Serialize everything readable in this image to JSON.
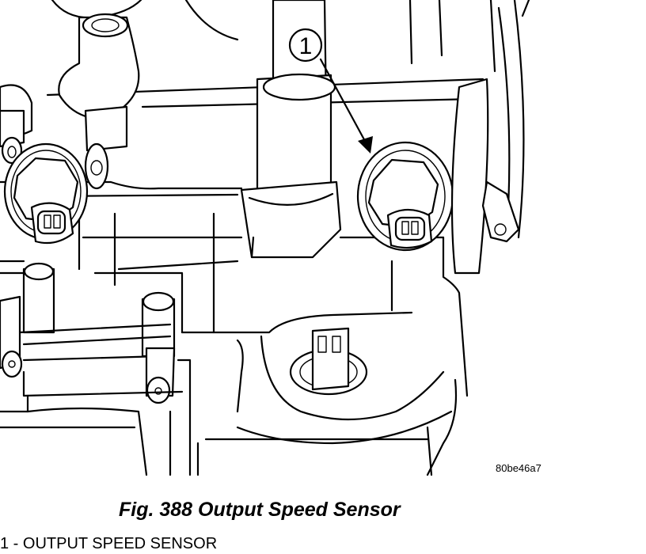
{
  "figure": {
    "callout_number": "1",
    "image_code": "80be46a7",
    "caption": "Fig. 388 Output Speed Sensor",
    "legend": "1 - OUTPUT SPEED SENSOR"
  }
}
